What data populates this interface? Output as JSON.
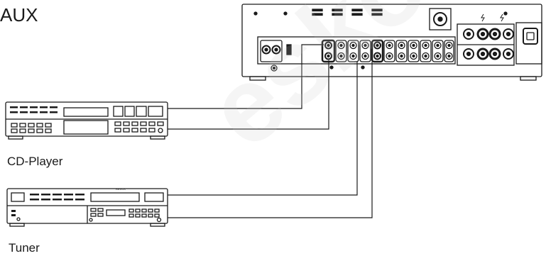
{
  "labels": {
    "aux": "AUX",
    "cd_player": "CD-Player",
    "tuner": "Tuner"
  },
  "tuner_brand": "REVOX",
  "watermark": "eskon",
  "colors": {
    "line": "#1a1a1a",
    "background": "#ffffff",
    "watermark": "#e6e6e6"
  }
}
